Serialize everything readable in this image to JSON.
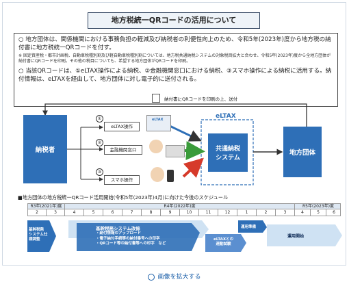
{
  "title": "地方税統一QRコードの活用について",
  "notes": {
    "p1_mark": "○",
    "p1": "地方団体は、関係機関における事務負担の軽減及び納税者の利便性向上のため、令和5年(2023年)度から地方税の納付書に地方税統一QRコードを付す。",
    "small_mark": "※",
    "small": "固定資産税・都市計画税、自動車税種別割及び軽自動車税種別割については、地方税共通納税システムの対象税目拡大と合わせ、令和5年(2023年)度から全地方団体が納付書にQRコードを印刷。その他の税目についても、希望する地方団体がQRコードを印刷。",
    "p2_mark": "○",
    "p2": "当該QRコードは、①eLTAX操作による納税、②金融機関窓口における納税、③スマホ操作による納税に活用する。納付情報は、eLTAXを経由して、地方団体に対し電子的に送付される。"
  },
  "diagram": {
    "print_label": "納付書にQRコードを印刷の上、送付",
    "taxpayer": "納税者",
    "operations": [
      {
        "num": "①",
        "label": "eLTAX操作"
      },
      {
        "num": "②",
        "label": "金融機関窓口"
      },
      {
        "num": "③",
        "label": "スマホ操作"
      }
    ],
    "eltax": "eLTAX",
    "common_system_1": "共通納税",
    "common_system_2": "システム",
    "local_gov": "地方団体",
    "eltax_logo": "eLTAX",
    "colors": {
      "blue": "#2e6fb7",
      "green": "#3a9b3a",
      "red": "#d63a2a",
      "arrow": "#333333"
    }
  },
  "schedule": {
    "title": "■地方団体の地方税統一QRコード活用開始(令和5年(2023年)4月)に向けた今後のスケジュール",
    "years": [
      "R3年(2021年)度",
      "R4年(2022年)度",
      "R5年(2023年)度"
    ],
    "months": [
      "2",
      "3",
      "4",
      "5",
      "6",
      "7",
      "8",
      "9",
      "10",
      "11",
      "12",
      "1",
      "2",
      "3",
      "4",
      "5",
      "6"
    ],
    "review_1": "基幹税務",
    "review_2": "システム仕",
    "review_3": "様調整",
    "system_title": "基幹税務システム改修",
    "system_items": [
      "・納付情報のアップロード",
      "・電子納付手続等の納付番号への印字",
      "・QRコード等の納付書等への印字　など"
    ],
    "link_test_1": "eLTAXとの",
    "link_test_2": "連動試験",
    "prep": "運用準備",
    "start": "運用開始"
  },
  "zoom_link": "画像を拡大する"
}
